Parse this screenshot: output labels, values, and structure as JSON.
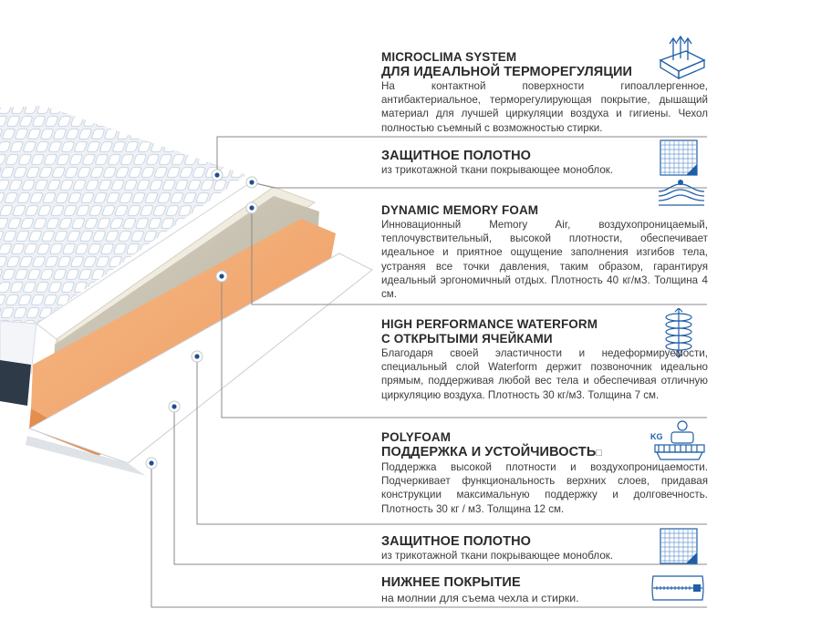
{
  "sections": [
    {
      "title1": "MICROCLIMA SYSTEM",
      "title2": "ДЛЯ ИДЕАЛЬНОЙ ТЕРМОРЕГУЛЯЦИИ",
      "body": "На контактной поверхности гипоаллергенное, антибактериальное, терморегулирующая покрытие, дышащий материал для лучшей циркуляции воздуха и гигиены. Чехол полностью съемный с возможностью стирки.",
      "icon": "breathable-cover-icon"
    },
    {
      "title1": "ЗАЩИТНОЕ ПОЛОТНО",
      "body": "из трикотажной ткани покрывающее моноблок.",
      "icon": "knit-fabric-icon"
    },
    {
      "title1": "DYNAMIC MEMORY FOAM",
      "body": "Инновационный Memory Air, воздухопроницаемый, теплочувствительный, высокой плотности, обеспечивает идеальное и приятное ощущение заполнения изгибов тела, устраняя все точки давления, таким образом, гарантируя идеальный эргономичный отдых. Плотность 40 кг/м3. Толщина 4 см.",
      "icon": "memory-foam-icon"
    },
    {
      "title1": "HIGH PERFORMANCE WATERFORM",
      "title2": "С ОТКРЫТЫМИ ЯЧЕЙКАМИ",
      "body": "Благодаря своей эластичности и недеформируемости, специальный слой Waterform держит позвоночник идеально прямым, поддерживая любой вес тела и обеспечивая отличную циркуляцию воздуха. Плотность 30 кг/м3. Толщина 7 см.",
      "icon": "spring-spiral-icon"
    },
    {
      "title1": "POLYFOAM",
      "title2": "ПОДДЕРЖКА И УСТОЙЧИВОСТЬ",
      "title2_suffix": "□",
      "body": "Поддержка высокой плотности и воздухопроницаемости. Подчеркивает функциональность верхних слоев, придавая конструкции максимальную поддержку и долговечность. Плотность 30 кг / м3. Толщина 12 см.",
      "icon": "weight-support-icon",
      "icon_label": "KG"
    },
    {
      "title1": "ЗАЩИТНОЕ ПОЛОТНО",
      "body": "из трикотажной ткани покрывающее моноблок.",
      "icon": "knit-fabric-icon"
    },
    {
      "title1": "НИЖНЕЕ ПОКРЫТИЕ",
      "body": "на молнии для съема чехла и стирки.",
      "icon": "zipper-cover-icon"
    }
  ],
  "colors": {
    "accent": "#1f5ea8",
    "leader_line": "#8a8a8a",
    "foam_orange": "#f0a870",
    "foam_taupe": "#c9c3b4",
    "foam_cream": "#ece7d6",
    "quilt": "#e9eef5",
    "base_dark": "#2e3a47"
  }
}
